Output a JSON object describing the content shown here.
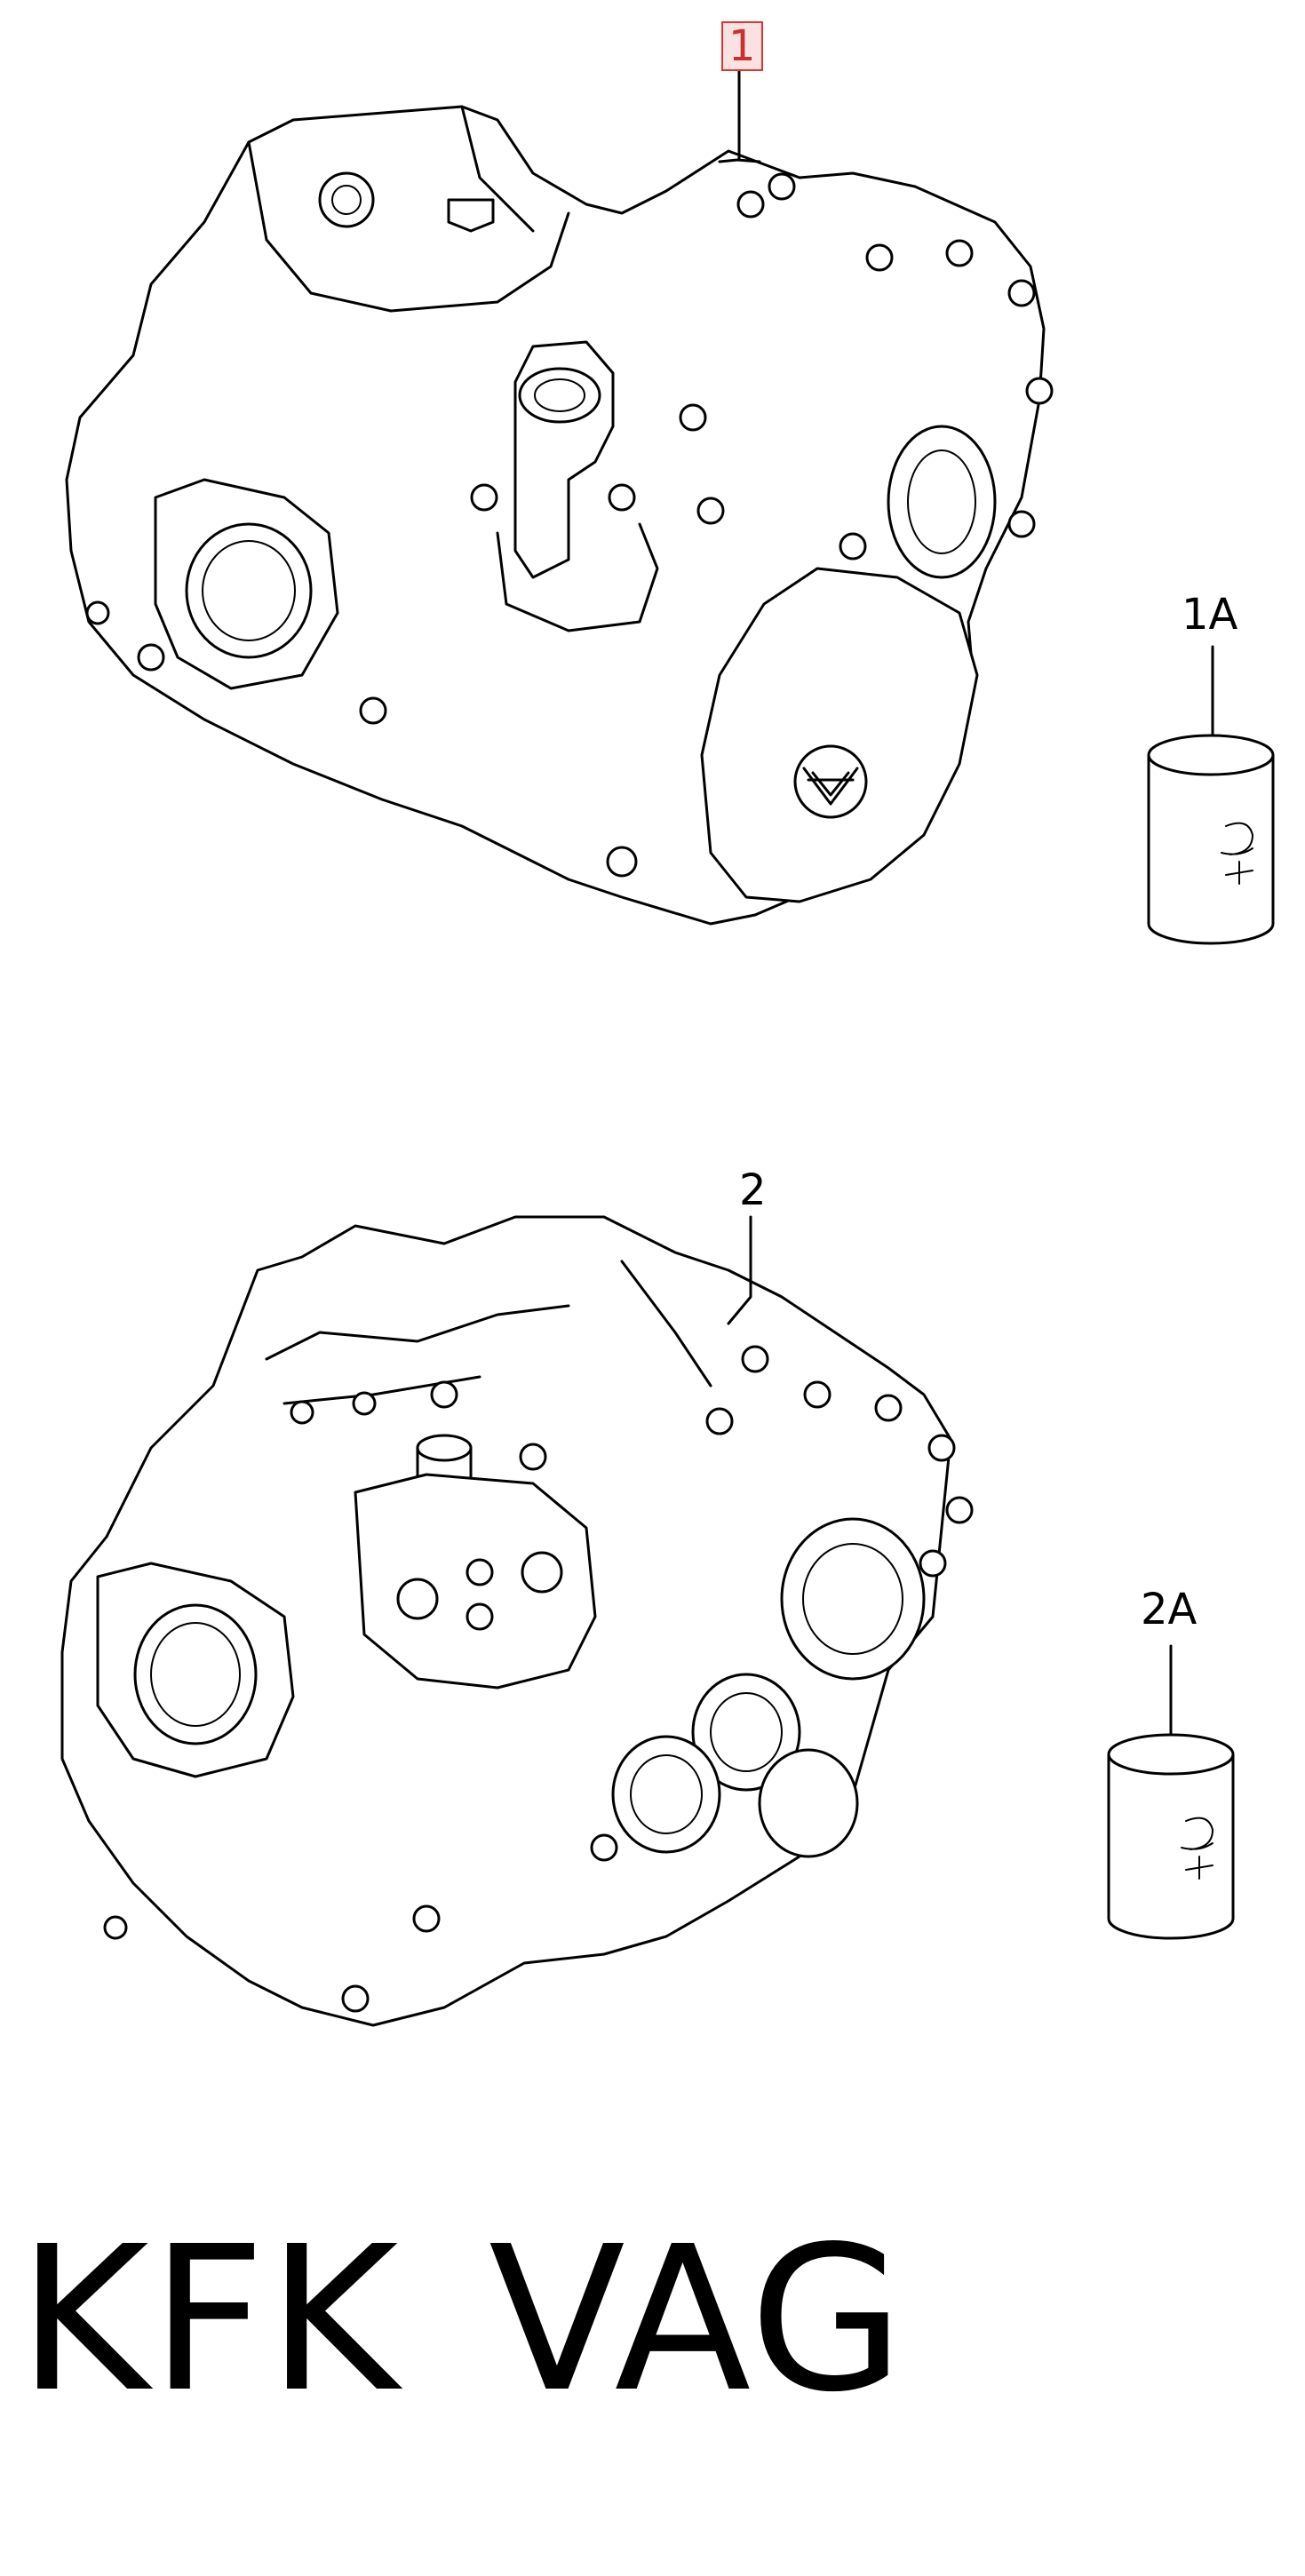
{
  "diagram": {
    "parts": [
      {
        "callout": "1",
        "selected": true,
        "part": "gearbox-assembly"
      },
      {
        "callout": "1A",
        "selected": false,
        "part": "oil-canister"
      },
      {
        "callout": "2",
        "selected": false,
        "part": "gearbox-assembly"
      },
      {
        "callout": "2A",
        "selected": false,
        "part": "oil-canister"
      }
    ],
    "footer": {
      "code_left": "KFK",
      "code_right": "VAG"
    },
    "colors": {
      "line": "#000000",
      "background": "#ffffff",
      "selected_border": "#e0342c",
      "selected_fill": "#fbe2e2"
    }
  }
}
